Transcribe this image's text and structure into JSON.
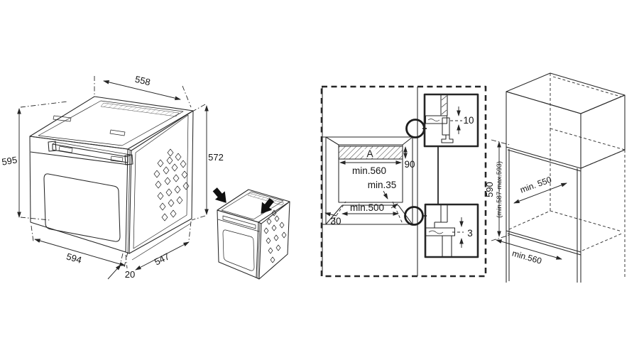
{
  "figure": {
    "background": "#ffffff",
    "line_color": "#262626",
    "type": "oven installation technical diagram"
  },
  "oven": {
    "top_width": "558",
    "front_height": "595",
    "body_height": "572",
    "bottom_width": "594",
    "side_depth": "547",
    "door_overhang": "20"
  },
  "cutout": {
    "vent_area_label": "A",
    "vent_area_depth": "90",
    "opening_width": "min.560",
    "rear_clearance": "min.35",
    "base_opening_width": "min.500",
    "corner_chamfer": "30",
    "top_detail_gap": "10",
    "bottom_detail_gap": "3"
  },
  "cabinet": {
    "niche_height": "590",
    "niche_height_range": "(min.587-max.593)",
    "niche_depth": "min. 550",
    "niche_width": "min.560"
  }
}
